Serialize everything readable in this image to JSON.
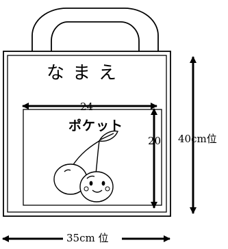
{
  "name_label": "なまえ",
  "pocket_label": "ポケット",
  "inner_width": "24",
  "inner_height": "20",
  "outer_height": "40cm位",
  "outer_width": "35cm 位"
}
